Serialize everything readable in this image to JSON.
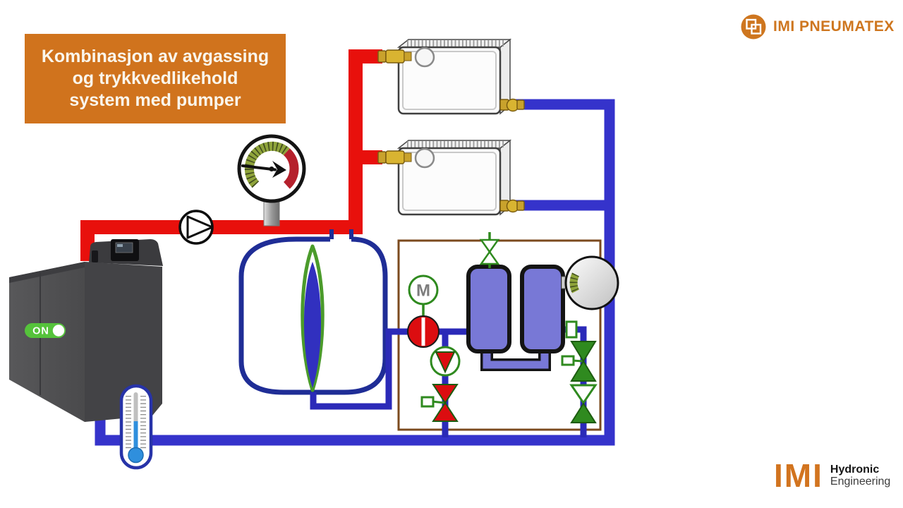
{
  "header": {
    "title_lines": [
      "Kombinasjon av avgassing",
      "og trykkvedlikehold",
      "system med pumper"
    ],
    "brand": "IMI PNEUMATEX"
  },
  "footer": {
    "brand": "IMI",
    "brand_line1": "Hydronic",
    "brand_line2": "Engineering"
  },
  "diagram": {
    "boiler": {
      "power_label": "ON"
    },
    "degassing_unit": {
      "motor_label": "M"
    },
    "icons": [
      "imi-logo-icon",
      "pump-icon",
      "pressure-gauge-icon",
      "radiator-icon",
      "expansion-vessel-icon",
      "boiler-icon",
      "thermometer-icon",
      "motor-icon",
      "rotary-valve-icon",
      "degassing-pump-icon",
      "control-valve-icon",
      "check-valve-icon",
      "vent-valve-icon",
      "pressure-ball-gauge-icon"
    ]
  },
  "colors": {
    "accent_orange": "#D0731D",
    "logo_orange": "#CE761F",
    "supply_pipe_red": "#E8100C",
    "return_pipe_blue": "#3533CB",
    "thin_pipe_blue": "#2B2AB8",
    "tank_outline_blue": "#1F2D96",
    "unit_frame_brown": "#7B4A1E",
    "symbol_green": "#2F8A1F",
    "symbol_red": "#DC0D10",
    "vessel_purple": "#7878D6",
    "on_toggle_green": "#55C33B",
    "boiler_gray": "#4F4F52",
    "gauge_scale_green": "#8FA43B",
    "gauge_scale_red": "#B5202C"
  }
}
